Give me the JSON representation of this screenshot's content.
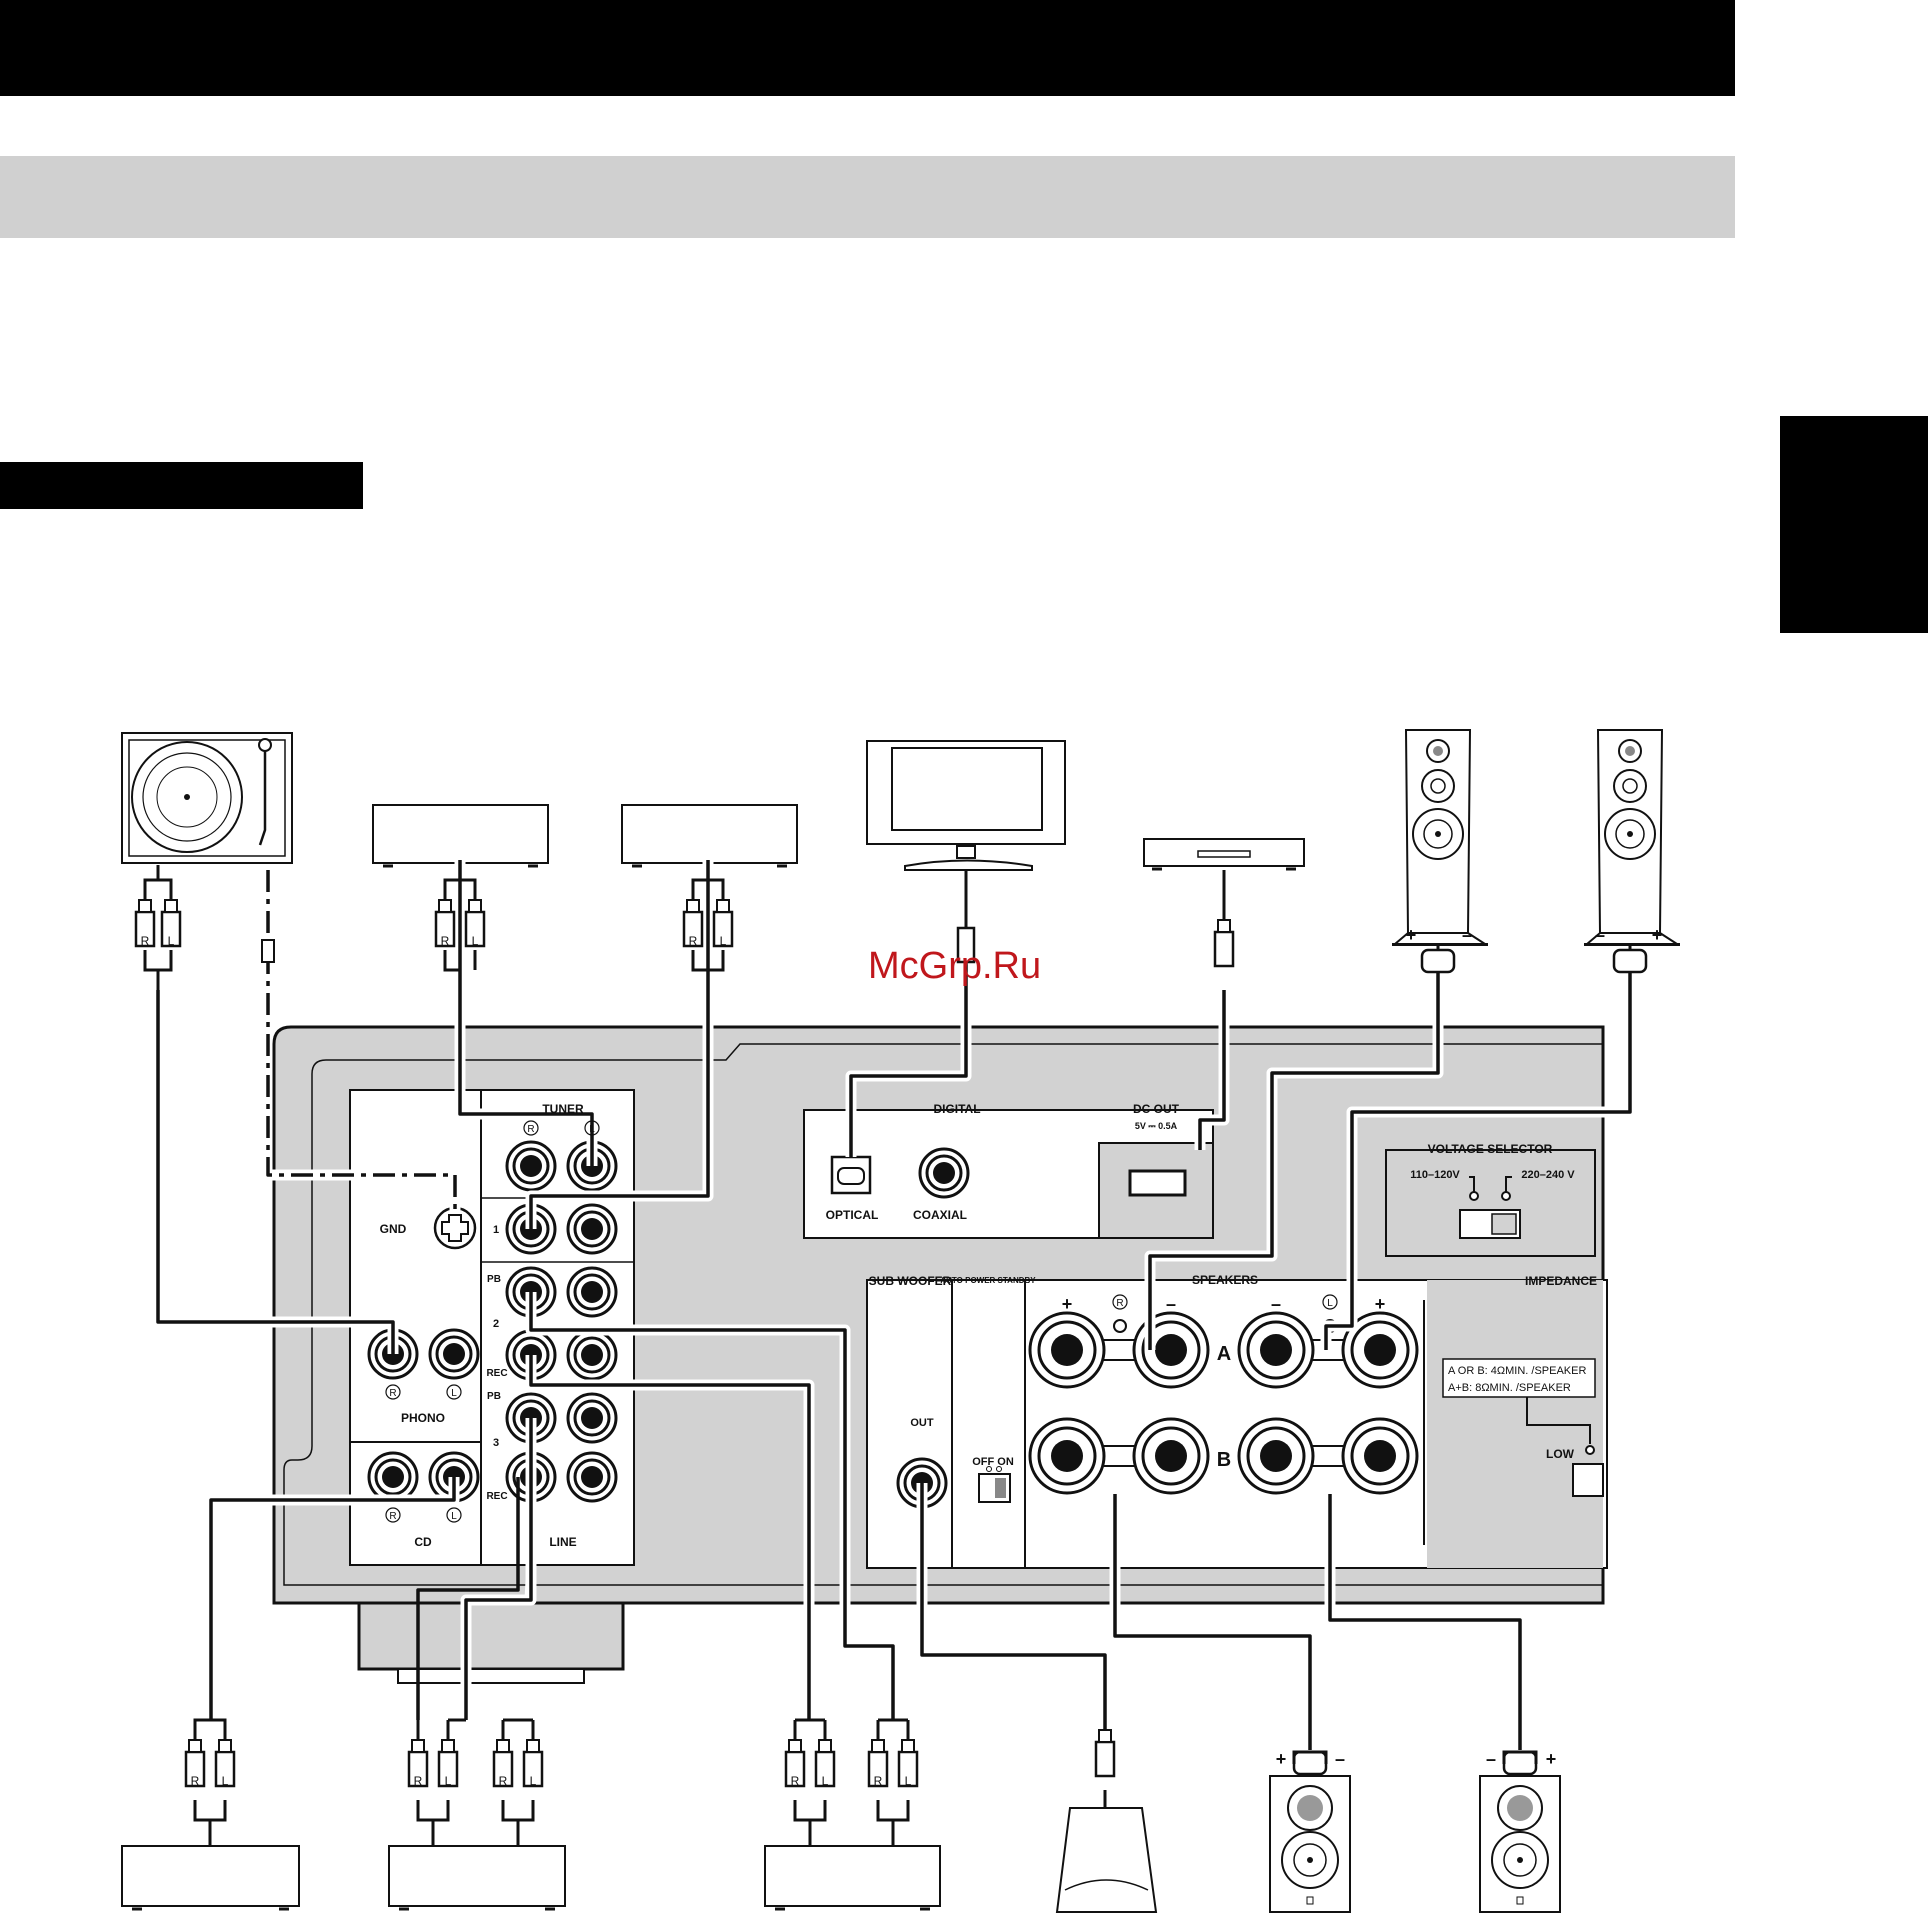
{
  "watermark": "McGrp.Ru",
  "panel": {
    "tuner": "TUNER",
    "gnd": "GND",
    "phono": "PHONO",
    "cd": "CD",
    "line": "LINE",
    "line_1": "1",
    "line_2": "2",
    "line_3": "3",
    "pb": "PB",
    "rec": "REC",
    "digital": "DIGITAL",
    "optical": "OPTICAL",
    "coaxial": "COAXIAL",
    "dc_out": "DC OUT",
    "dc_out_rating": "5V ⎓ 0.5A",
    "subwoofer": "SUB WOOFER",
    "out": "OUT",
    "auto_power_standby": "AUTO POWER STANDBY",
    "off_on": "OFF ON",
    "speakers": "SPEAKERS",
    "speaker_a": "A",
    "speaker_b": "B",
    "voltage_selector": "VOLTAGE SELECTOR",
    "voltage_low": "110–120V",
    "voltage_high": "220–240 V",
    "impedance": "IMPEDANCE",
    "impedance_note_1": "A OR B:  4ΩMIN. /SPEAKER",
    "impedance_note_2": "A+B:  8ΩMIN. /SPEAKER",
    "low": "LOW",
    "plus": "+",
    "minus": "–"
  },
  "plug_labels": {
    "r": "R",
    "l": "L"
  },
  "channel_marks": {
    "r": "R",
    "l": "L"
  }
}
